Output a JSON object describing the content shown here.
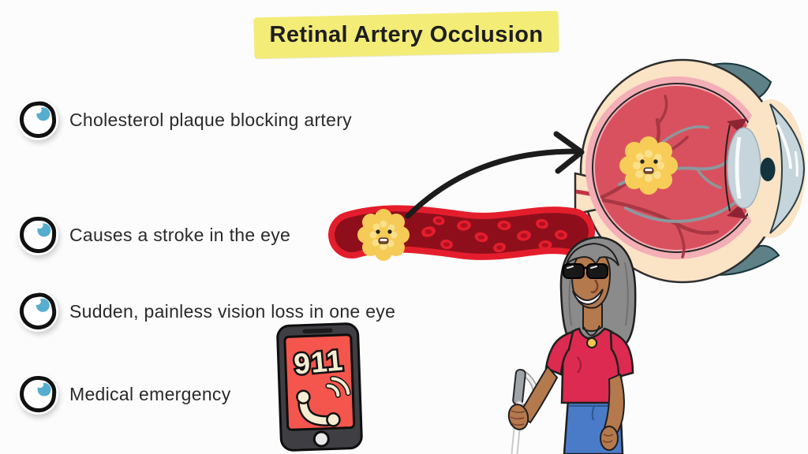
{
  "title": {
    "text": "Retinal Artery Occlusion",
    "highlight_color": "#F3EC77"
  },
  "bullets": [
    {
      "icon": "eye-icon",
      "label": "Cholesterol plaque blocking artery"
    },
    {
      "icon": "eye-icon",
      "label": "Causes a stroke in the eye"
    },
    {
      "icon": "eye-icon",
      "label": "Sudden, painless vision loss in one eye"
    },
    {
      "icon": "eye-icon",
      "label": "Medical emergency"
    }
  ],
  "phone": {
    "screen_text": "911",
    "icon": "phone-call-icon"
  },
  "colors": {
    "background": "#FCFCFC",
    "text": "#2A2A2A",
    "highlight_yellow": "#F3EC77",
    "artery_bright_red": "#E41D2C",
    "artery_dark_red": "#8E0F1B",
    "plaque_yellow": "#F6CA57",
    "eye_interior_red": "#D9515F",
    "eye_pink_ring": "#F3AEB6",
    "eye_cream": "#FBE3C6",
    "lens_blue": "#C6D4DB",
    "muscle_teal": "#5E8087",
    "phone_screen_red": "#F4554C",
    "phone_body_grey": "#3F3E43",
    "phone_text_cream": "#F5ECD1",
    "shirt_red": "#DC2A50",
    "jeans_blue": "#4A7BC8",
    "iris_blue": "#56AECE"
  }
}
